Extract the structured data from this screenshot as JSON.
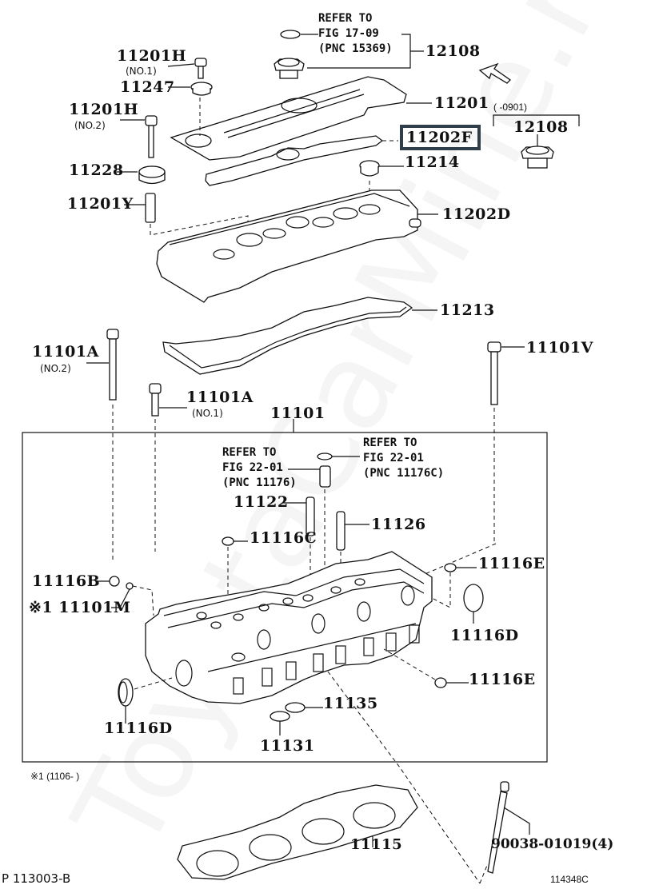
{
  "watermark": "ToyotaCarMine.ru",
  "callouts": {
    "refer_top": "REFER TO\nFIG 17-09\n(PNC 15369)",
    "p12108_a": "12108",
    "p11201h_1": "11201H",
    "p11201h_1_note": "(NO.1)",
    "p11247": "11247",
    "p11201": "11201",
    "p11201h_2": "11201H",
    "p11201h_2_note": "(NO.2)",
    "date_range": "(   -0901)",
    "p12108_b": "12108",
    "p11202f": "11202F",
    "p11228": "11228",
    "p11214": "11214",
    "p11201y": "11201Y",
    "p11202d": "11202D",
    "p11213": "11213",
    "p11101a_2": "11101A",
    "p11101a_2_note": "(NO.2)",
    "p11101v": "11101V",
    "p11101a_1": "11101A",
    "p11101a_1_note": "(NO.1)",
    "p11101": "11101",
    "refer_left": "REFER TO\nFIG 22-01\n(PNC 11176)",
    "refer_right": "REFER TO\nFIG 22-01\n(PNC 11176C)",
    "p11122": "11122",
    "p11126": "11126",
    "p11116c": "11116C",
    "p11116e_a": "11116E",
    "p11116b": "11116B",
    "p11101m": "※1 11101M",
    "p11116d_a": "11116D",
    "p11116e_b": "11116E",
    "p11135": "11135",
    "p11116d_b": "11116D",
    "p11131": "11131",
    "p11115": "11115",
    "p90038": "90038-01019(4)"
  },
  "highlighted_part": "11202F",
  "highlight_color": "#2f3e48",
  "footnote": "※1 (1106-     )",
  "footer": {
    "page_code": "P 113003-B",
    "figure_id": "114348C"
  }
}
